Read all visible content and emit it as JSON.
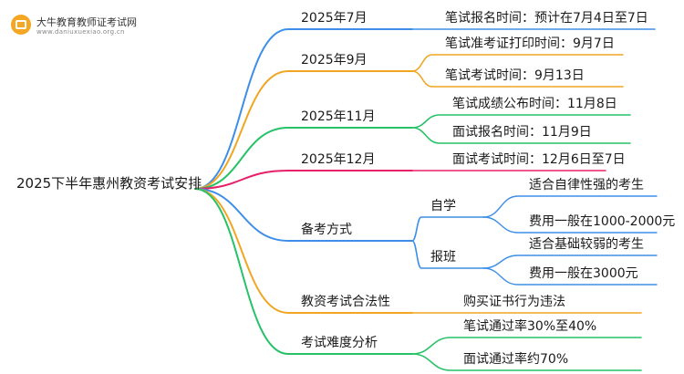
{
  "logo": {
    "name": "大牛教育教师证考试网",
    "url": "www.daniuxuexiao.org.cn"
  },
  "root": "2025下半年惠州教资考试安排",
  "branches": [
    {
      "label": "2025年7月",
      "color": "#3d8ee8",
      "children": [
        {
          "label": "笔试报名时间：预计在7月4日至7日"
        }
      ]
    },
    {
      "label": "2025年9月",
      "color": "#f0a622",
      "children": [
        {
          "label": "笔试准考证打印时间：9月7日"
        },
        {
          "label": "笔试考试时间：9月13日"
        }
      ]
    },
    {
      "label": "2025年11月",
      "color": "#27c268",
      "children": [
        {
          "label": "笔试成绩公布时间：11月8日"
        },
        {
          "label": "面试报名时间：11月9日"
        }
      ]
    },
    {
      "label": "2025年12月",
      "color": "#e8206a",
      "children": [
        {
          "label": "面试考试时间：12月6日至7日"
        }
      ]
    },
    {
      "label": "备考方式",
      "color": "#3d8ee8",
      "children": [
        {
          "label": "自学",
          "children": [
            {
              "label": "适合自律性强的考生"
            },
            {
              "label": "费用一般在1000-2000元"
            }
          ]
        },
        {
          "label": "报班",
          "children": [
            {
              "label": "适合基础较弱的考生"
            },
            {
              "label": "费用一般在3000元"
            }
          ]
        }
      ]
    },
    {
      "label": "教资考试合法性",
      "color": "#f0a622",
      "children": [
        {
          "label": "购买证书行为违法"
        }
      ]
    },
    {
      "label": "考试难度分析",
      "color": "#27c268",
      "children": [
        {
          "label": "笔试通过率30%至40%"
        },
        {
          "label": "面试通过率约70%"
        }
      ]
    }
  ]
}
